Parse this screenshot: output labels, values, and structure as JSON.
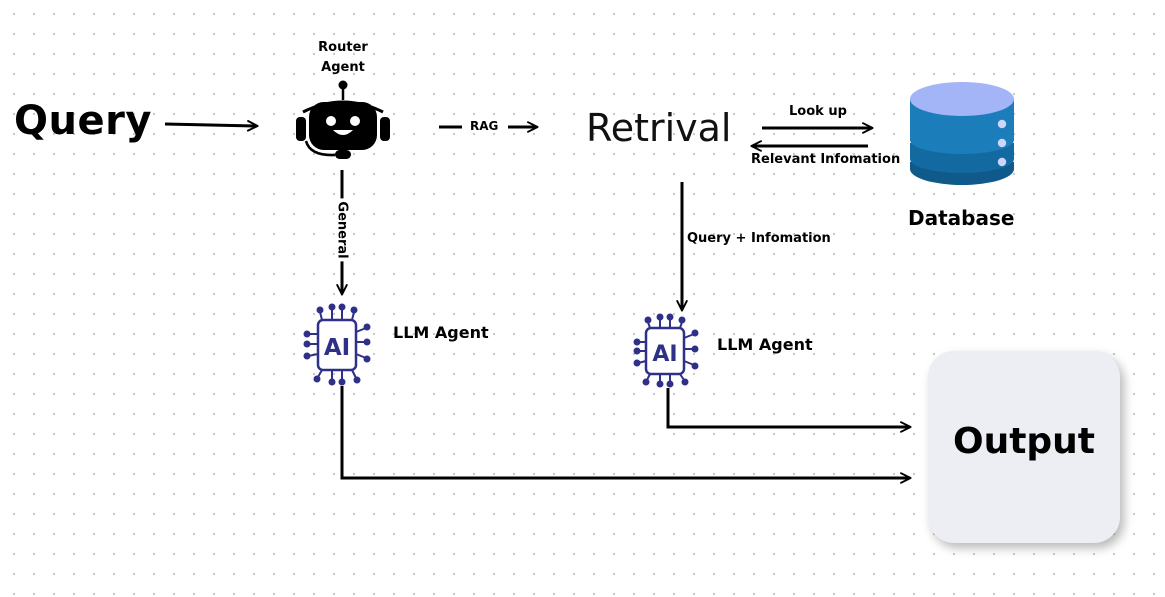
{
  "nodes": {
    "query": "Query",
    "router": "Router Agent",
    "retrieval": "Retrival",
    "database": "Database",
    "llm_agent_general": "LLM Agent",
    "llm_agent_rag": "LLM Agent",
    "output": "Output",
    "ai_chip_text": "AI"
  },
  "edges": {
    "rag": "RAG",
    "general": "General",
    "look_up": "Look up",
    "relevant_information": "Relevant Infomation",
    "query_plus_information": "Query + Infomation"
  },
  "colors": {
    "line": "#000000",
    "robot": "#000000",
    "chip": "#2e3187",
    "db_top": "#a3b4f7",
    "db_layer1": "#1c7dbb",
    "db_layer2": "#136aa0",
    "db_layer3": "#0f5a8a",
    "output_bg": "#eceef3"
  },
  "icons": {
    "router": "robot-icon",
    "database": "database-icon",
    "llm": "ai-chip-icon"
  }
}
